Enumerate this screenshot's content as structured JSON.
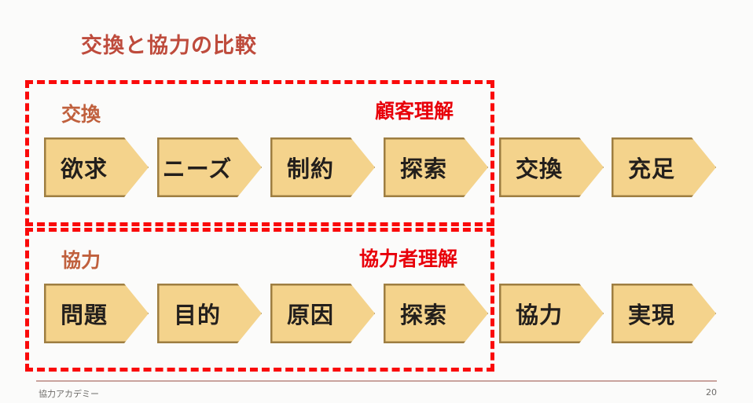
{
  "slide": {
    "title": "交換と協力の比較",
    "title_color": "#BE4B3C",
    "background_color": "#FBFBFA"
  },
  "groups": [
    {
      "id": "exchange",
      "label": "交換",
      "label_color": "#C0603D",
      "caption": "顧客理解",
      "caption_color": "#E8000A",
      "highlight_border_color": "#FA0A0A",
      "steps": [
        {
          "label": "欲求",
          "inside_highlight": true
        },
        {
          "label": "ニーズ",
          "inside_highlight": true
        },
        {
          "label": "制約",
          "inside_highlight": true
        },
        {
          "label": "探索",
          "inside_highlight": true
        },
        {
          "label": "交換",
          "inside_highlight": false
        },
        {
          "label": "充足",
          "inside_highlight": false
        }
      ]
    },
    {
      "id": "cooperation",
      "label": "協力",
      "label_color": "#C0603D",
      "caption": "協力者理解",
      "caption_color": "#E8000A",
      "highlight_border_color": "#FA0A0A",
      "steps": [
        {
          "label": "問題",
          "inside_highlight": true
        },
        {
          "label": "目的",
          "inside_highlight": true
        },
        {
          "label": "原因",
          "inside_highlight": true
        },
        {
          "label": "探索",
          "inside_highlight": true
        },
        {
          "label": "協力",
          "inside_highlight": false
        },
        {
          "label": "実現",
          "inside_highlight": false
        }
      ]
    }
  ],
  "chevron_style": {
    "fill_color": "#F4D38C",
    "border_color": "#9C7C41",
    "text_color": "#231F1C"
  },
  "footer": {
    "left_text": "協力アカデミー",
    "page_number": "20",
    "rule_color": "#C9A39E"
  }
}
